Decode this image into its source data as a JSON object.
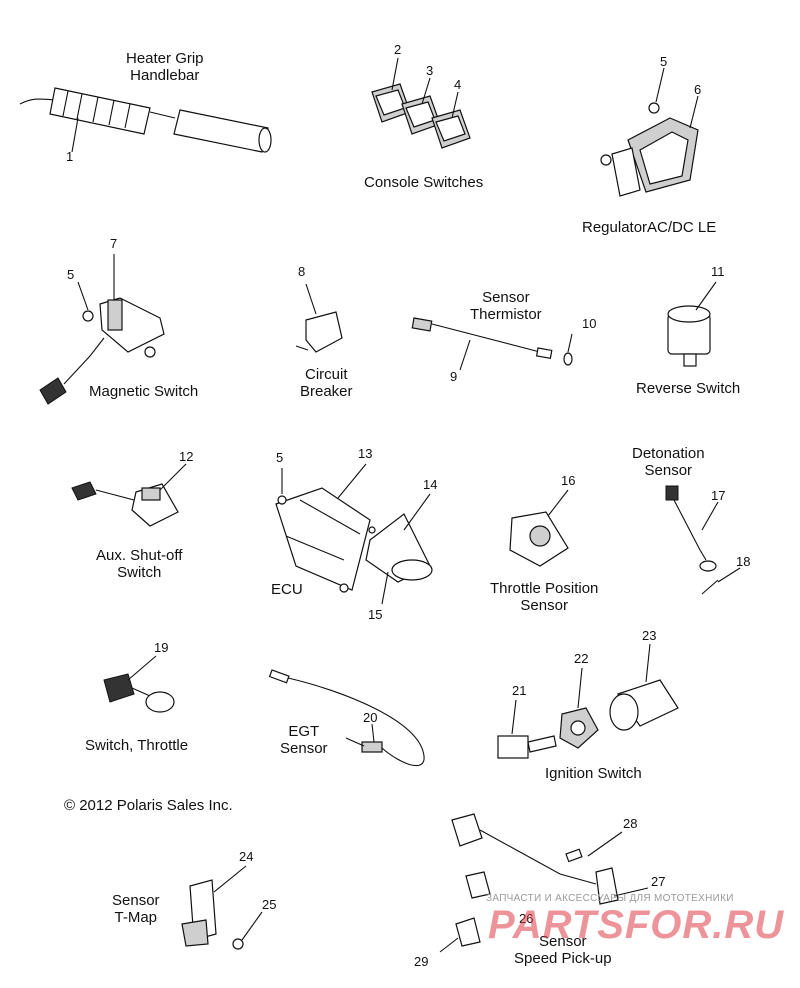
{
  "labels": {
    "heater_grip": "Heater Grip\nHandlebar",
    "console_switches": "Console Switches",
    "regulator": "RegulatorAC/DC LE",
    "magnetic_switch": "Magnetic Switch",
    "circuit_breaker": "Circuit\nBreaker",
    "sensor_thermistor": "Sensor\nThermistor",
    "reverse_switch": "Reverse Switch",
    "detonation_sensor": "Detonation\nSensor",
    "aux_shutoff": "Aux. Shut-off\nSwitch",
    "ecu": "ECU",
    "throttle_position": "Throttle Position\nSensor",
    "switch_throttle": "Switch, Throttle",
    "egt_sensor": "EGT\nSensor",
    "ignition_switch": "Ignition Switch",
    "sensor_tmap": "Sensor\nT-Map",
    "speed_pickup": "Sensor\nSpeed Pick-up"
  },
  "copyright": "© 2012 Polaris Sales Inc.",
  "watermark": {
    "tagline": "ЗАПЧАСТИ И АКСЕССУАРЫ ДЛЯ МОТОТЕХНИКИ",
    "brand": "PARTSFOR.RU",
    "color": "#dc3c46"
  },
  "callouts": {
    "n1": "1",
    "n2": "2",
    "n3": "3",
    "n4": "4",
    "n5a": "5",
    "n6": "6",
    "n7": "7",
    "n5b": "5",
    "n8": "8",
    "n9": "9",
    "n10": "10",
    "n11": "11",
    "n12": "12",
    "n5c": "5",
    "n13": "13",
    "n14": "14",
    "n15": "15",
    "n16": "16",
    "n17": "17",
    "n18": "18",
    "n19": "19",
    "n20": "20",
    "n21": "21",
    "n22": "22",
    "n23": "23",
    "n24": "24",
    "n25": "25",
    "n26": "26",
    "n27": "27",
    "n28": "28",
    "n29": "29"
  }
}
